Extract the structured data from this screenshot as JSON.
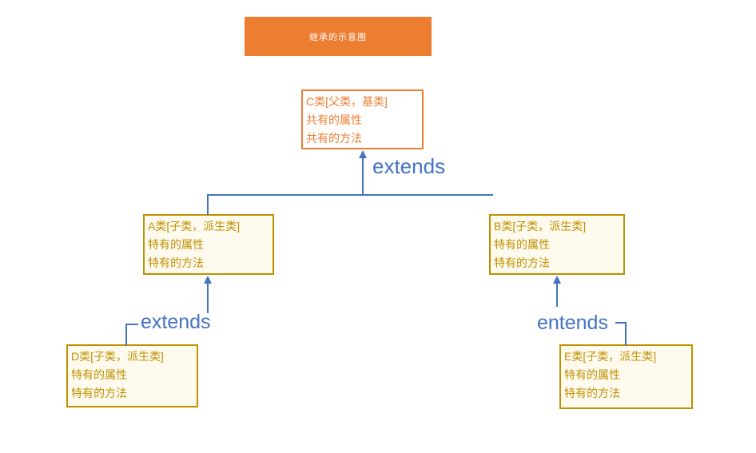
{
  "title": {
    "text": "继承的示意图"
  },
  "colors": {
    "title_bg": "#ED7D31",
    "title_text": "#FFFFFF",
    "parent_accent": "#ED7D31",
    "child_accent": "#BF9000",
    "child_fill": "#FFFAEE",
    "connector_blue": "#4472C4",
    "page_bg": "#FFFFFF"
  },
  "labels": {
    "extends_top": "extends",
    "extends_bottom_left": "extends",
    "extends_bottom_right": "entends"
  },
  "classes": [
    {
      "id": "C",
      "name": "C类[父类，基类]",
      "line1": "共有的属性",
      "line2": "共有的方法",
      "role": "parent"
    },
    {
      "id": "A",
      "name": "A类[子类，派生类]",
      "line1": "特有的属性",
      "line2": "特有的方法",
      "role": "child"
    },
    {
      "id": "B",
      "name": "B类[子类，派生类]",
      "line1": "特有的属性",
      "line2": "特有的方法",
      "role": "child"
    },
    {
      "id": "D",
      "name": "D类[子类，派生类]",
      "line1": "特有的属性",
      "line2": "特有的方法",
      "role": "grandchild"
    },
    {
      "id": "E",
      "name": "E类[子类，派生类]",
      "line1": "特有的属性",
      "line2": "特有的方法",
      "role": "grandchild"
    }
  ]
}
